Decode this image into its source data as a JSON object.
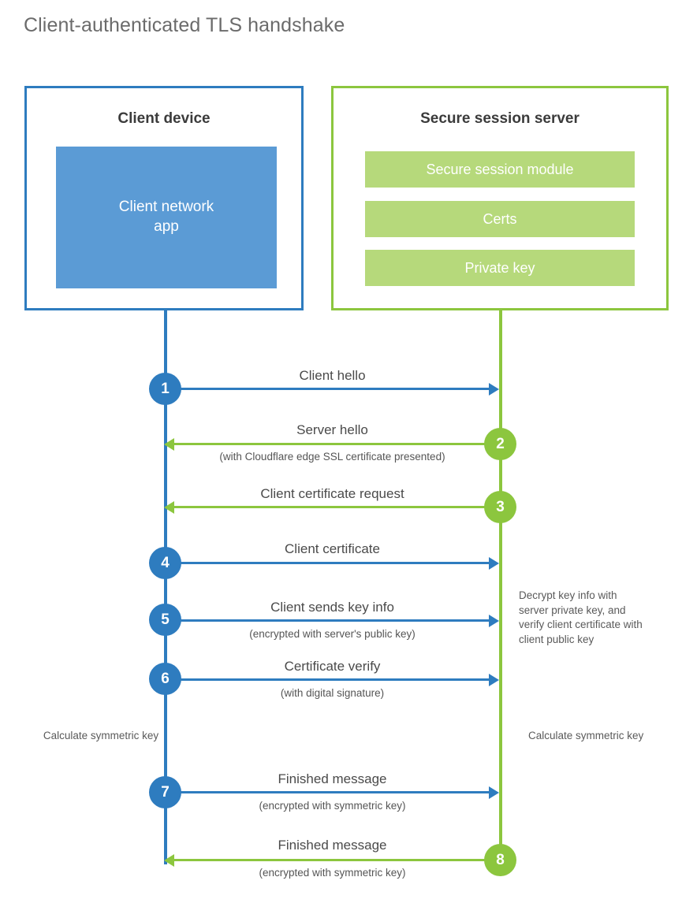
{
  "title": "Client-authenticated TLS handshake",
  "colors": {
    "blue_line": "#2e7cbf",
    "blue_fill": "#5b9bd5",
    "green_line": "#8cc63e",
    "green_fill": "#b6d97b",
    "text": "#4a4a4a"
  },
  "client_box": {
    "title": "Client device",
    "app_label": "Client network\napp"
  },
  "server_box": {
    "title": "Secure session server",
    "bars": [
      {
        "label": "Secure session module"
      },
      {
        "label": "Certs"
      },
      {
        "label": "Private key"
      }
    ]
  },
  "steps": [
    {
      "number": "1",
      "label": "Client hello",
      "sublabel": "",
      "direction": "client-to-server",
      "color": "blue"
    },
    {
      "number": "2",
      "label": "Server hello",
      "sublabel": "(with Cloudflare edge SSL certificate presented)",
      "direction": "server-to-client",
      "color": "green"
    },
    {
      "number": "3",
      "label": "Client certificate request",
      "sublabel": "",
      "direction": "server-to-client",
      "color": "green"
    },
    {
      "number": "4",
      "label": "Client certificate",
      "sublabel": "",
      "direction": "client-to-server",
      "color": "blue"
    },
    {
      "number": "5",
      "label": "Client sends key info",
      "sublabel": "(encrypted with server's public key)",
      "direction": "client-to-server",
      "color": "blue"
    },
    {
      "number": "6",
      "label": "Certificate verify",
      "sublabel": "(with digital signature)",
      "direction": "client-to-server",
      "color": "blue"
    },
    {
      "number": "7",
      "label": "Finished message",
      "sublabel": "(encrypted with symmetric key)",
      "direction": "client-to-server",
      "color": "blue"
    },
    {
      "number": "8",
      "label": "Finished message",
      "sublabel": "(encrypted with symmetric key)",
      "direction": "server-to-client",
      "color": "green"
    }
  ],
  "annotations": {
    "server_decrypt": "Decrypt key info with server private key, and verify client certificate with client public key",
    "client_calculate": "Calculate symmetric key",
    "server_calculate": "Calculate symmetric key"
  }
}
